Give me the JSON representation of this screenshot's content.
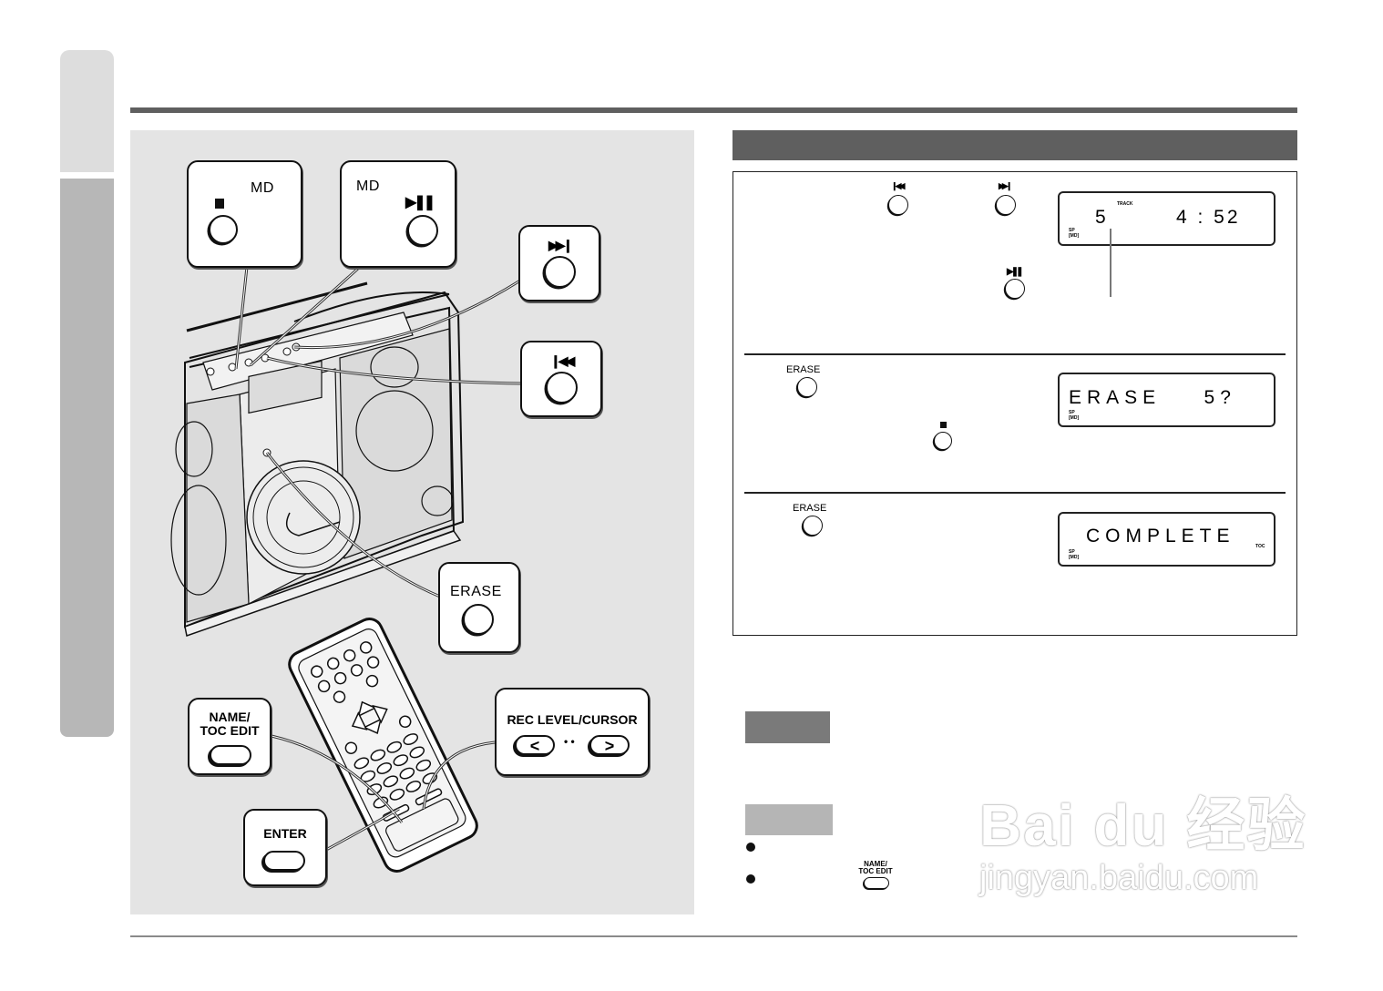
{
  "page": {
    "side_tab": {
      "top_color": "#dddddd",
      "bottom_color": "#b7b7b7"
    },
    "rule_color": "#5f5f5f",
    "illustration_panel_bg": "#e4e4e4"
  },
  "illustration": {
    "callouts": {
      "md_stop": {
        "label": "MD",
        "icon": "stop-icon"
      },
      "md_play_pause": {
        "label": "MD",
        "icon": "play-pause-icon"
      },
      "next_track": {
        "icon": "skip-forward-icon"
      },
      "prev_track": {
        "icon": "skip-back-icon"
      },
      "erase": {
        "label": "ERASE"
      },
      "name_toc_edit": {
        "label_line1": "NAME/",
        "label_line2": "TOC EDIT"
      },
      "rec_level_cursor": {
        "label": "REC LEVEL/CURSOR",
        "left": "<",
        "right": ">",
        "separator": "• •"
      },
      "enter": {
        "label": "ENTER"
      }
    }
  },
  "steps": {
    "header_color": "#5f5f5f",
    "step1": {
      "buttons": [
        {
          "name": "prev-track",
          "glyph": "⏮"
        },
        {
          "name": "next-track",
          "glyph": "⏭"
        },
        {
          "name": "play-pause",
          "glyph": "►II"
        }
      ],
      "display": {
        "track": "5",
        "track_tag": "TRACK",
        "time": "4 : 52",
        "mode": "SP",
        "source": "[MD]"
      }
    },
    "step2": {
      "buttons": [
        {
          "name": "erase",
          "label": "ERASE"
        },
        {
          "name": "stop",
          "glyph": "■"
        }
      ],
      "display": {
        "text": "ERASE    5?",
        "mode": "SP",
        "source": "[MD]"
      }
    },
    "step3": {
      "buttons": [
        {
          "name": "erase",
          "label": "ERASE"
        }
      ],
      "display": {
        "text": "COMPLETE",
        "tag": "TOC",
        "mode": "SP",
        "source": "[MD]"
      }
    }
  },
  "notes": {
    "note_label_color": "#7a7a7a",
    "caution_label_color": "#b5b5b5",
    "bullets": [
      {
        "text": ""
      },
      {
        "text": "",
        "button_line1": "NAME/",
        "button_line2": "TOC EDIT"
      }
    ]
  },
  "watermark": {
    "brand": "Bai du 经验",
    "url": "jingyan.baidu.com"
  }
}
